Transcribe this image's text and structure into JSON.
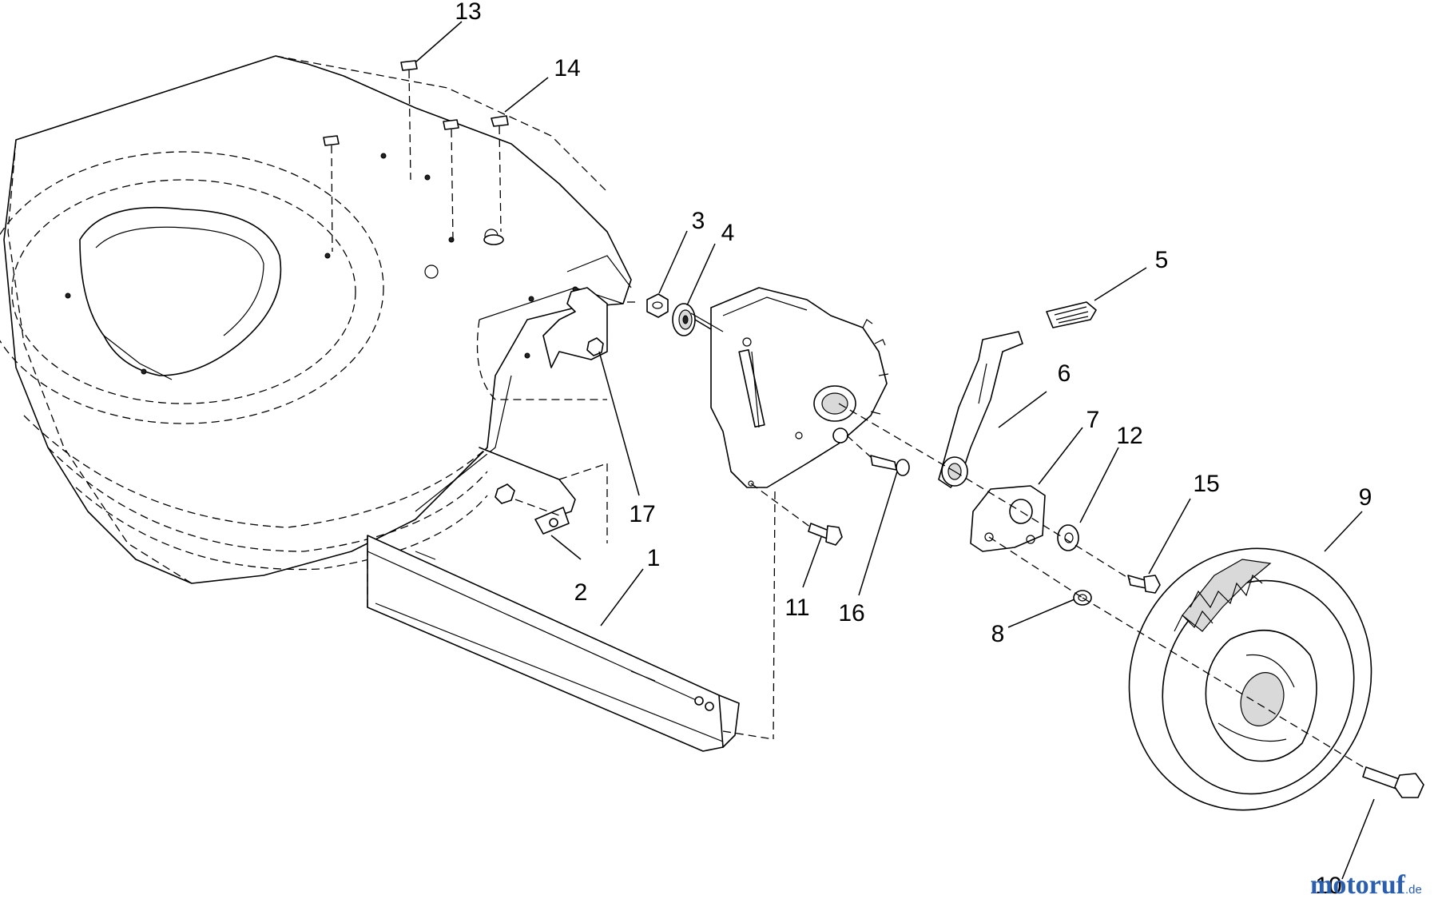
{
  "diagram": {
    "type": "exploded parts diagram",
    "callouts": [
      "1",
      "2",
      "3",
      "4",
      "5",
      "6",
      "7",
      "8",
      "9",
      "10",
      "11",
      "12",
      "13",
      "14",
      "15",
      "16",
      "17"
    ]
  },
  "watermark": {
    "brand": "motoruf",
    "tld": ".de",
    "color": "#2a5fb0"
  }
}
